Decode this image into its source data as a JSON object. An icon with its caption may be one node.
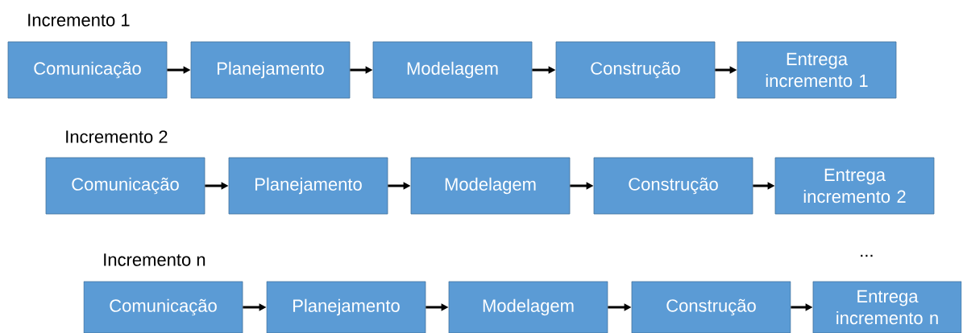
{
  "diagram": {
    "nodes": [
      {
        "text": [
          "Comunicação"
        ]
      },
      {
        "text": [
          "Planejamento"
        ]
      },
      {
        "text": [
          "Modelagem"
        ]
      },
      {
        "text": [
          "Construção"
        ]
      },
      {
        "text": [
          "Entrega incremento 1"
        ]
      },
      {
        "text": [
          "Comunicação"
        ]
      },
      {
        "text": [
          "Planejamento"
        ]
      },
      {
        "text": [
          "Modelagem"
        ]
      },
      {
        "text": [
          "Construção"
        ]
      },
      {
        "text": [
          "Entrega incremento 2"
        ]
      },
      {
        "text": [
          "Comunicação"
        ]
      },
      {
        "text": [
          "Planejamento"
        ]
      },
      {
        "text": [
          "Modelagem"
        ]
      },
      {
        "text": [
          "Construção"
        ]
      },
      {
        "text": [
          "Entrega incremento n"
        ]
      }
    ],
    "edges": [
      {
        "from": 0,
        "to": 1,
        "arrow": "to"
      },
      {
        "from": 1,
        "to": 2,
        "arrow": "to"
      },
      {
        "from": 2,
        "to": 3,
        "arrow": "to"
      },
      {
        "from": 3,
        "to": 4,
        "arrow": "to"
      },
      {
        "from": 5,
        "to": 6,
        "arrow": "to"
      },
      {
        "from": 6,
        "to": 7,
        "arrow": "to"
      },
      {
        "from": 7,
        "to": 8,
        "arrow": "to"
      },
      {
        "from": 8,
        "to": 9,
        "arrow": "to"
      },
      {
        "from": 10,
        "to": 11,
        "arrow": "to"
      },
      {
        "from": 11,
        "to": 12,
        "arrow": "to"
      },
      {
        "from": 12,
        "to": 13,
        "arrow": "to"
      },
      {
        "from": 13,
        "to": 14,
        "arrow": "to"
      }
    ],
    "labels": [
      "Incremento 1",
      "Incremento 2",
      "Incremento n",
      "..."
    ]
  }
}
